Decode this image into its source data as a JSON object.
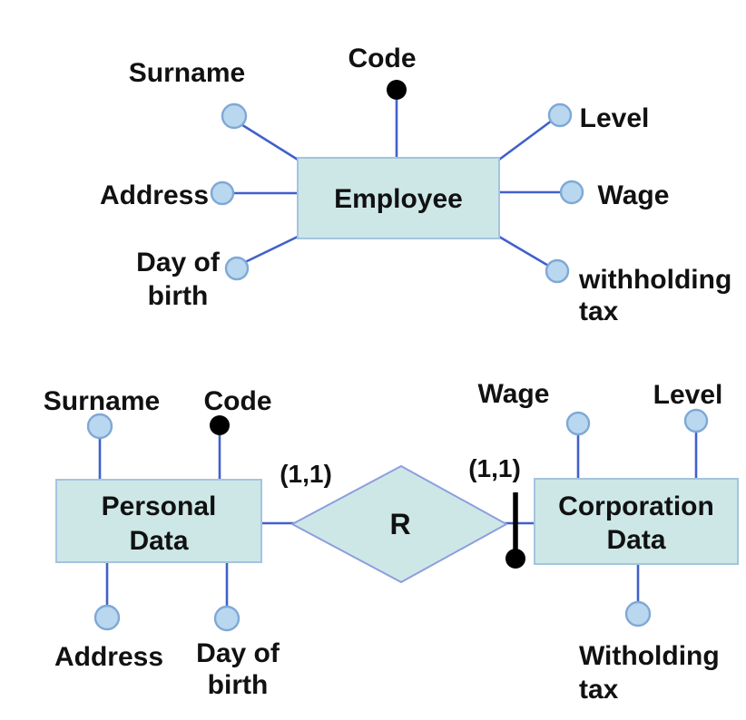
{
  "colors": {
    "background": "#ffffff",
    "entity_fill": "#cde7e7",
    "entity_border": "#a4c4de",
    "diamond_border": "#8d9edd",
    "connector": "#4060cb",
    "attr_fill": "#b9d7ee",
    "attr_stroke": "#7fa8d6",
    "key_dot": "#000000",
    "text": "#111111"
  },
  "top_diagram": {
    "entity_label": "Employee",
    "attributes": {
      "surname": "Surname",
      "code": "Code",
      "level": "Level",
      "address": "Address",
      "wage": "Wage",
      "day_of_birth": [
        "Day of",
        "birth"
      ],
      "withholding_tax": [
        "withholding",
        "tax"
      ]
    }
  },
  "bottom_diagram": {
    "left_entity": [
      "Personal",
      "Data"
    ],
    "right_entity": [
      "Corporation",
      "Data"
    ],
    "relationship_label": "R",
    "cardinality_left": "(1,1)",
    "cardinality_right": "(1,1)",
    "attributes": {
      "surname": "Surname",
      "code": "Code",
      "address": "Address",
      "day_of_birth": [
        "Day of",
        "birth"
      ],
      "wage": "Wage",
      "level": "Level",
      "witholding_tax": [
        "Witholding",
        "tax"
      ]
    }
  }
}
